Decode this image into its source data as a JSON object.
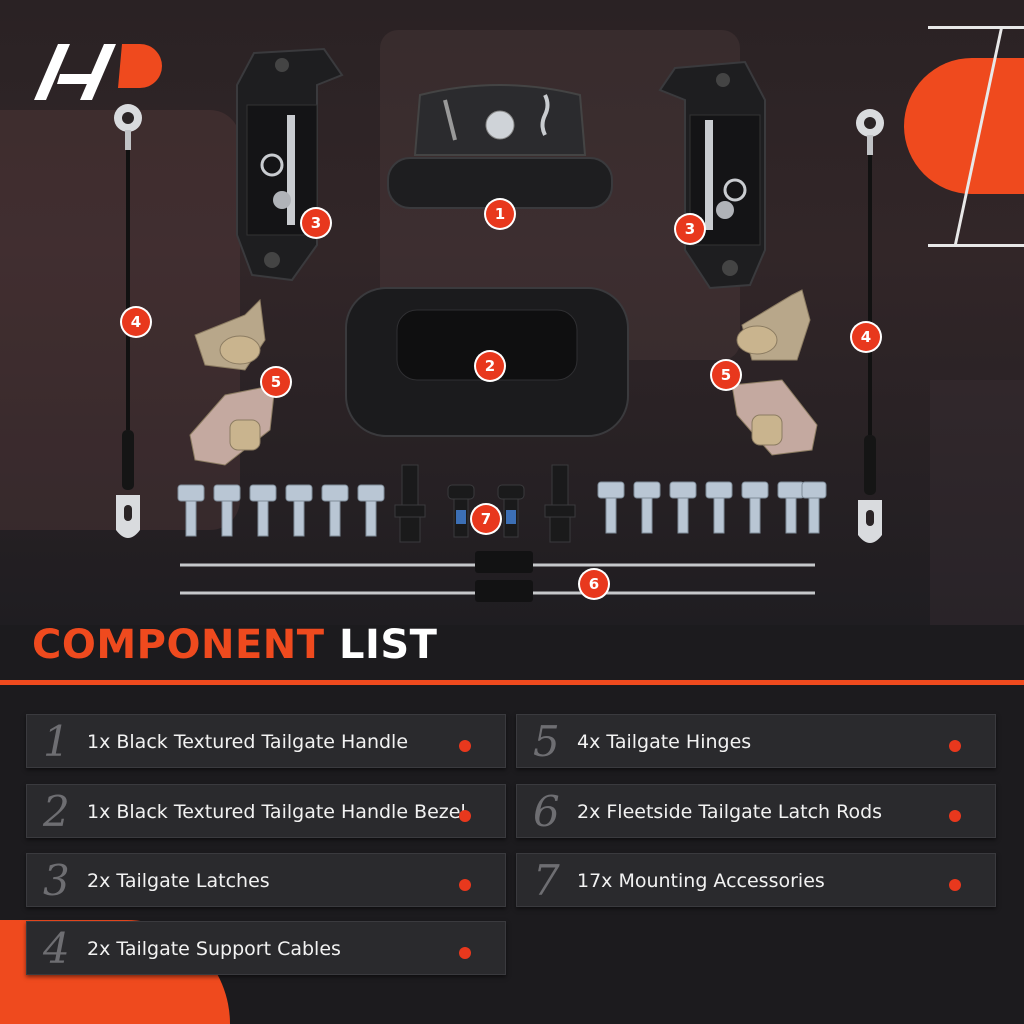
{
  "brand": {
    "logo_icon": "a-premium-logo",
    "accent": "#ef4a1e"
  },
  "callouts": [
    "1",
    "2",
    "3",
    "3",
    "4",
    "4",
    "5",
    "5",
    "6",
    "7"
  ],
  "heading": {
    "highlight": "COMPONENT",
    "rest": "LIST"
  },
  "components": [
    {
      "num": "1",
      "label": "1x Black Textured Tailgate Handle"
    },
    {
      "num": "2",
      "label": "1x Black Textured Tailgate Handle Bezel"
    },
    {
      "num": "3",
      "label": "2x Tailgate Latches"
    },
    {
      "num": "4",
      "label": "2x Tailgate Support Cables"
    },
    {
      "num": "5",
      "label": "4x Tailgate Hinges"
    },
    {
      "num": "6",
      "label": "2x Fleetside Tailgate Latch Rods"
    },
    {
      "num": "7",
      "label": "17x Mounting Accessories"
    }
  ]
}
